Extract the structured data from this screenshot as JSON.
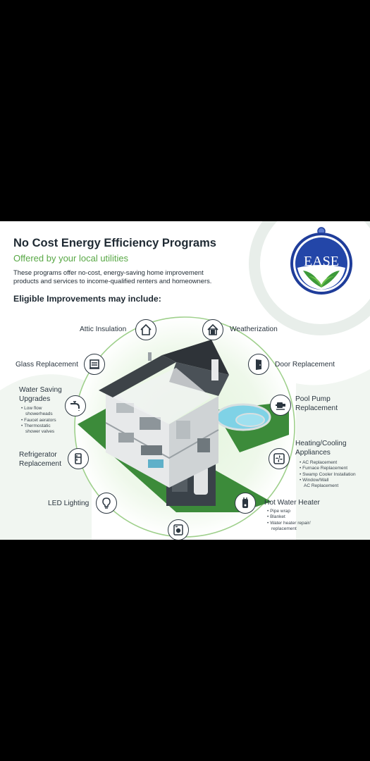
{
  "header": {
    "title": "No Cost Energy Efficiency Programs",
    "subtitle": "Offered by your local utilities",
    "description": "These programs offer no-cost, energy-saving home improvement products and services to income-qualified renters and homeowners.",
    "eligible_heading": "Eligible Improvements may include:"
  },
  "logo": {
    "text": "EASE"
  },
  "improvements": {
    "attic": {
      "label": "Attic Insulation",
      "icon": "house-outline-icon"
    },
    "weatherization": {
      "label": "Weatherization",
      "icon": "house-filled-icon"
    },
    "glass": {
      "label": "Glass Replacement",
      "icon": "window-icon"
    },
    "door": {
      "label": "Door Replacement",
      "icon": "door-icon"
    },
    "water": {
      "label_line1": "Water Saving",
      "label_line2": "Upgrades",
      "icon": "faucet-icon",
      "items": [
        "Low flow",
        "showerheads",
        "Faucet aerators",
        "Thermostatic",
        "shower valves"
      ]
    },
    "pool": {
      "label_line1": "Pool Pump",
      "label_line2": "Replacement",
      "icon": "pump-icon"
    },
    "hvac": {
      "label_line1": "Heating/Cooling",
      "label_line2": "Appliances",
      "icon": "fan-icon",
      "items": [
        "AC Replacement",
        "Furnace Replacement",
        "Swamp Cooler Installation",
        "Window/Wall",
        "AC Replacement"
      ]
    },
    "fridge": {
      "label_line1": "Refrigerator",
      "label_line2": "Replacement",
      "icon": "refrigerator-icon"
    },
    "led": {
      "label": "LED Lighting",
      "icon": "lightbulb-icon"
    },
    "water_heater": {
      "label": "Hot Water Heater",
      "icon": "water-heater-icon",
      "items": [
        "Pipe wrap",
        "Blanket",
        "Water heater repair/",
        "replacement"
      ]
    },
    "washer": {
      "icon": "washer-icon"
    }
  },
  "colors": {
    "green": "#58a845",
    "navy": "#1f2a33",
    "ring": "#9fd08c",
    "logo_blue": "#1f3d9a"
  }
}
